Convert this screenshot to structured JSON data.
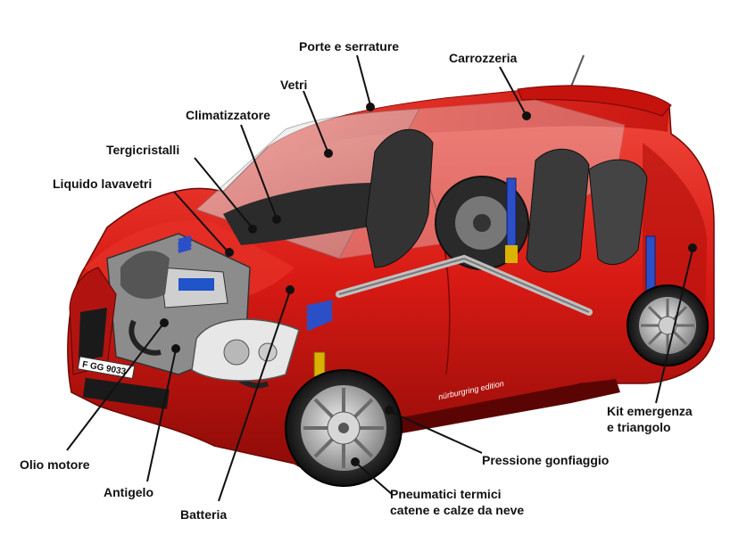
{
  "labels": {
    "porte": "Porte e serrature",
    "carrozzeria": "Carrozzeria",
    "vetri": "Vetri",
    "climatizzatore": "Climatizzatore",
    "tergicristalli": "Tergicristalli",
    "liquido": "Liquido lavavetri",
    "kit": "Kit emergenza\ne triangolo",
    "pressione": "Pressione gonfiaggio",
    "pneumatici": "Pneumatici termici\ncatene e calze da neve",
    "olio": "Olio motore",
    "antigelo": "Antigelo",
    "batteria": "Batteria"
  },
  "car": {
    "plate": "F GG 9033",
    "edition": "nürburgring edition",
    "body_color": "#d81a14",
    "body_dark": "#8e0b08",
    "body_light": "#f2574a"
  },
  "colors": {
    "line": "#111111",
    "text": "#111111"
  }
}
